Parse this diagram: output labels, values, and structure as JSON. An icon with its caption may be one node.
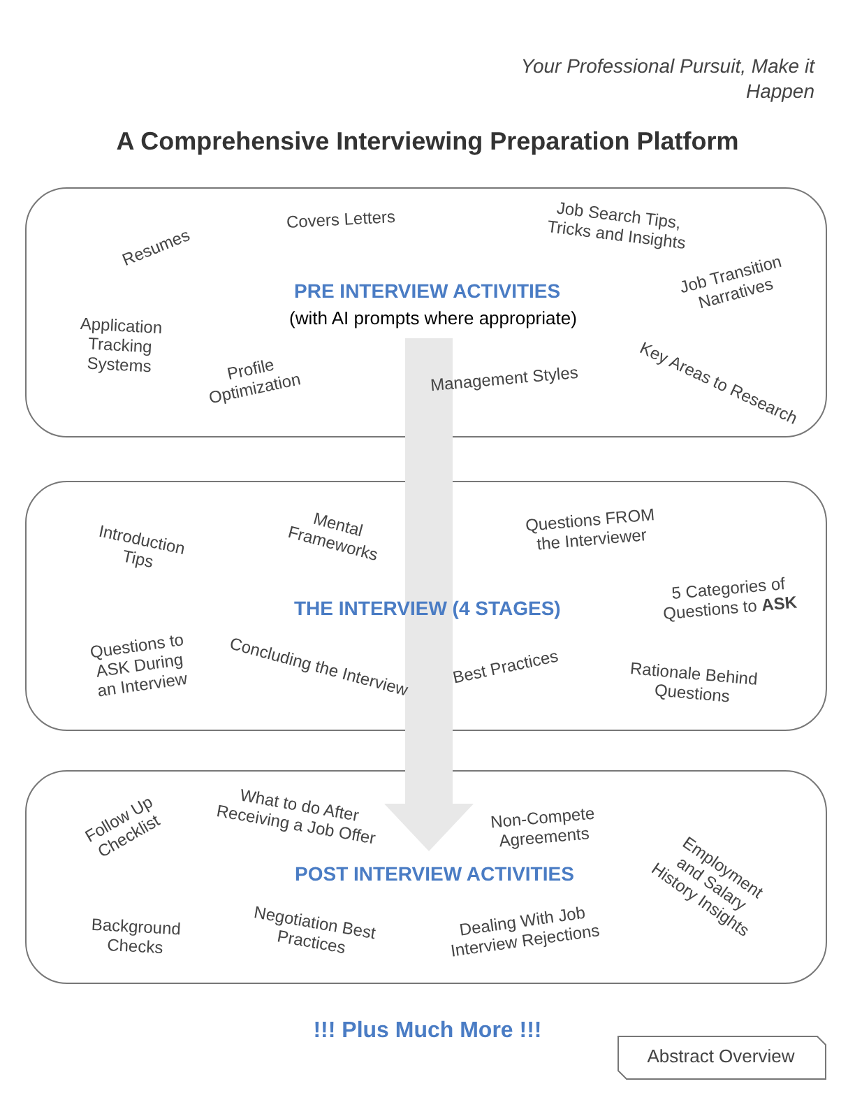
{
  "diagram": {
    "title": "A Comprehensive Interviewing Preparation Platform",
    "nodes": [
      {
        "text": [
          "PRE INTERVIEW ACTIVITIES",
          "(with AI prompts where appropriate)",
          "Resumes",
          "Covers Letters",
          "Job Search Tips, Tricks and Insights",
          "Job Transition Narratives",
          "Application Tracking Systems",
          "Profile Optimization",
          "Management Styles",
          "Key Areas to Research"
        ]
      },
      {
        "text": [
          "THE INTERVIEW (4 STAGES)",
          "Introduction Tips",
          "Mental Frameworks",
          "Questions FROM the Interviewer",
          "5 Categories of Questions to **ASK**",
          "Questions to ASK During an Interview",
          "Concluding the Interview",
          "Best Practices",
          "Rationale Behind Questions"
        ]
      },
      {
        "text": [
          "POST INTERVIEW ACTIVITIES",
          "Follow Up Checklist",
          "What to do After Receiving a Job Offer",
          "Non-Compete Agreements",
          "Employment and Salary History Insights",
          "Background Checks",
          "Negotiation Best Practices",
          "Dealing With Job Interview Rejections"
        ]
      },
      {
        "text": [
          "Abstract Overview"
        ]
      }
    ],
    "edges": [
      {
        "from": 0,
        "to": 2,
        "arrow": "to",
        "style": "thick",
        "color": "#e8e8e8"
      }
    ],
    "labels": [
      "Your Professional Pursuit, Make it Happen",
      "!!! Plus Much More !!!"
    ]
  }
}
